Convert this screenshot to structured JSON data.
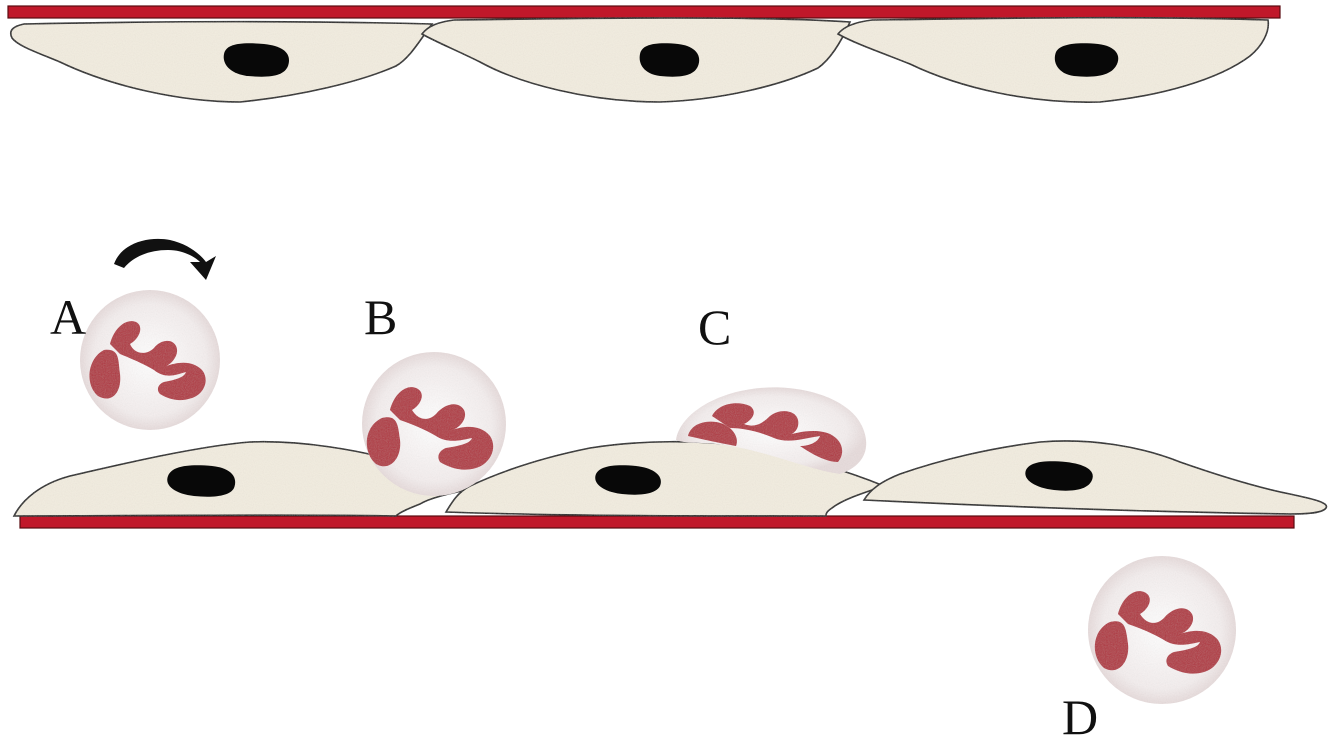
{
  "labels": {
    "a": "A",
    "b": "B",
    "c": "C",
    "d": "D"
  },
  "colors": {
    "basement_membrane": "#c0182a",
    "endothelial_cytoplasm": "#f3ede0",
    "endothelial_nucleus": "#080808",
    "leukocyte_body": "#f6f1ef",
    "leukocyte_nucleus": "#b03540",
    "outline": "#1a1a1a",
    "arrow": "#111111"
  },
  "icons": {
    "rolling_arrow": "curved-arrow-icon"
  }
}
